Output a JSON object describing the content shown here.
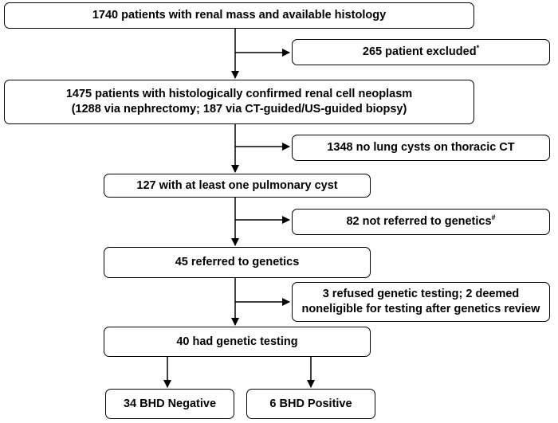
{
  "boxes": {
    "total": {
      "text": "1740 patients with renal mass and available histology"
    },
    "excluded": {
      "text": "265 patient excluded",
      "sup": "*"
    },
    "confirmed": {
      "line1": "1475 patients with histologically confirmed renal cell neoplasm",
      "line2": "(1288 via nephrectomy; 187 via CT-guided/US-guided biopsy)"
    },
    "no_cysts": {
      "text": "1348 no lung cysts on thoracic CT"
    },
    "with_cyst": {
      "text": "127 with at least one pulmonary cyst"
    },
    "not_referred": {
      "text": "82 not referred to genetics",
      "sup": "#"
    },
    "referred": {
      "text": "45 referred to genetics"
    },
    "refused": {
      "line1": "3 refused genetic testing; 2 deemed",
      "line2": "noneligible for testing after genetics review"
    },
    "tested": {
      "text": "40 had genetic testing"
    },
    "negative": {
      "text": "34 BHD Negative"
    },
    "positive": {
      "text": "6 BHD Positive"
    }
  }
}
